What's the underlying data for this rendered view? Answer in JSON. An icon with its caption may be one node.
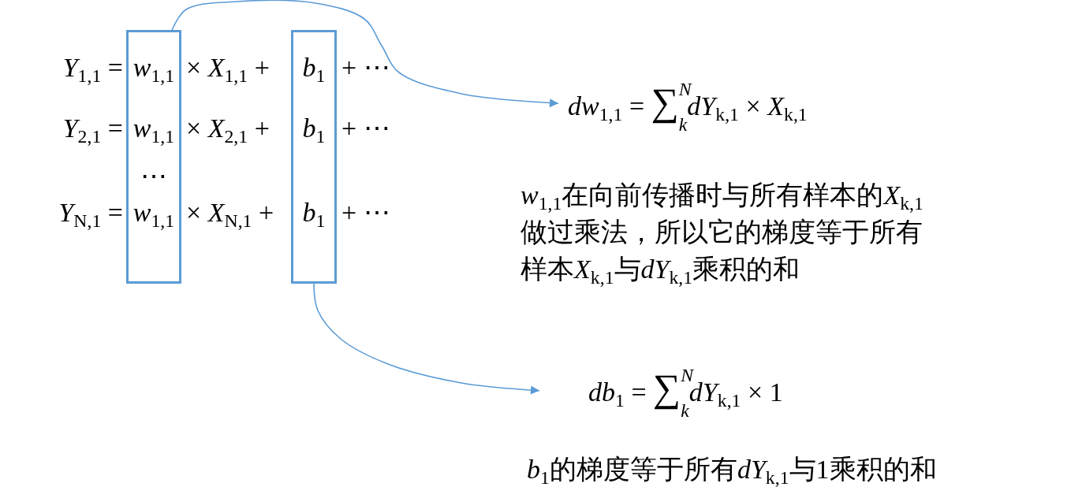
{
  "diagram": {
    "nodes": [
      {
        "text": [
          "*w*$_{1,1}$",
          "*w*$_{1,1}$",
          "⋯",
          "*w*$_{1,1}$"
        ]
      },
      {
        "text": [
          "*b*$_{1}$",
          "*b*$_{1}$",
          "*b*$_{1}$"
        ]
      },
      {
        "text": [
          "*dw*$_{1,1}$ = ∑$^{N}$$_{k}$*dY*$_{k,1}$ × *X*$_{k,1}$"
        ]
      },
      {
        "text": [
          "*db*$_{1}$ = ∑$^{N}$$_{k}$*dY*$_{k,1}$ × 1"
        ]
      }
    ],
    "edges": [
      {
        "from": 0,
        "to": 2,
        "arrow": "to"
      },
      {
        "from": 1,
        "to": 3,
        "arrow": "to"
      }
    ],
    "labels": [
      "*Y*$_{1,1}$ =",
      "× *X*$_{1,1}$ +",
      "+ ⋯",
      "*Y*$_{2,1}$ =",
      "× *X*$_{2,1}$ +",
      "+ ⋯",
      "*Y*$_{N,1}$ =",
      "× *X*$_{N,1}$ +",
      "+ ⋯",
      "*w*$_{1,1}$在向前传播时与所有样本的X$_{k,1}$做过乘法，所以它的梯度等于所有样本X$_{k,1}$与dY$_{k,1}$乘积的和",
      "*b*$_{1}$的梯度等于所有dY$_{k,1}$与1乘积的和"
    ]
  }
}
